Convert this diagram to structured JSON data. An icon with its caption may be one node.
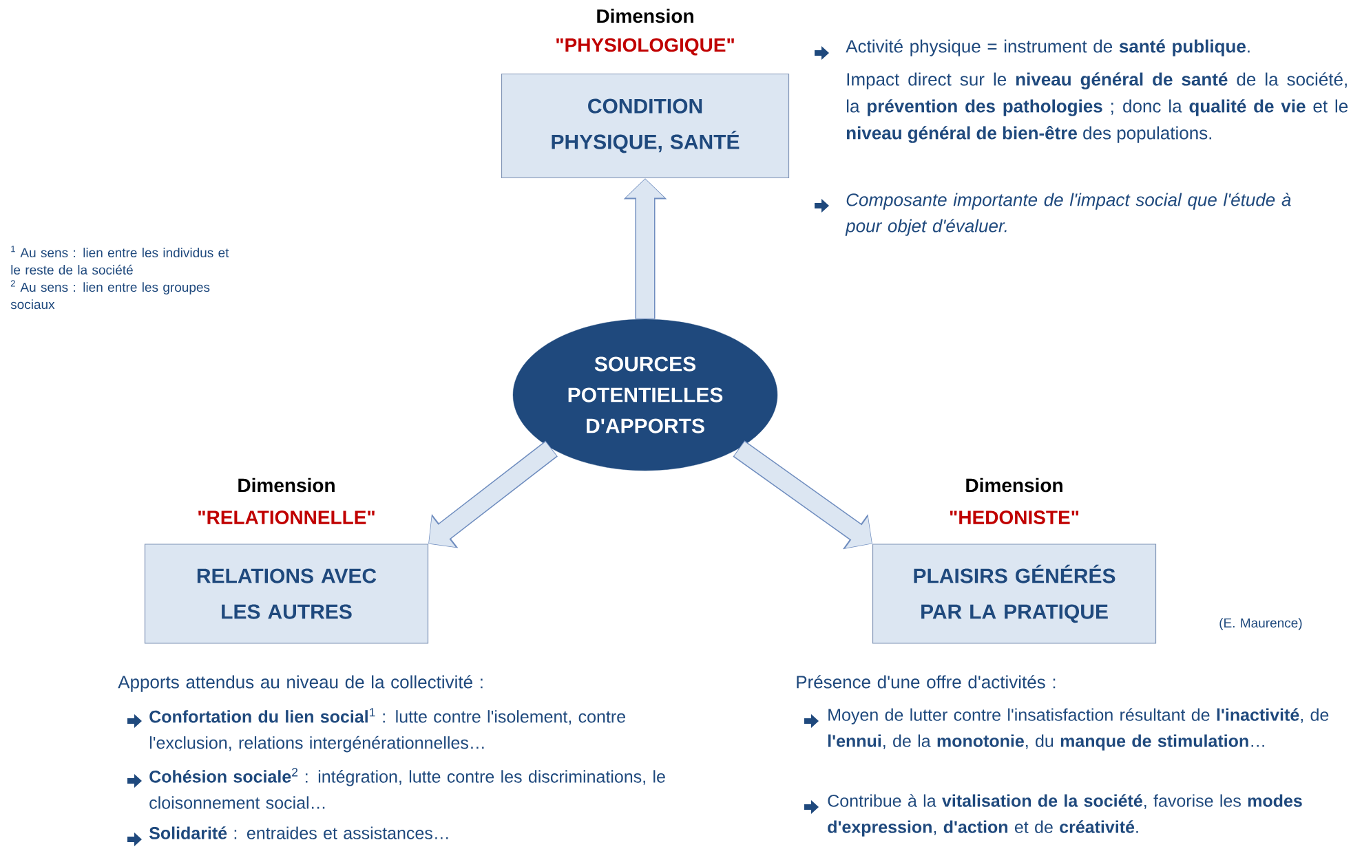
{
  "diagram": {
    "nodes": [
      {
        "text": [
          "SOURCES POTENTIELLES D'APPORTS"
        ]
      },
      {
        "text": [
          "Dimension",
          "\"PHYSIOLOGIQUE\"",
          "CONDITION PHYSIQUE, SANTÉ"
        ]
      },
      {
        "text": [
          "Dimension",
          "\"RELATIONNELLE\"",
          "RELATIONS AVEC LES AUTRES"
        ]
      },
      {
        "text": [
          "Dimension",
          "\"HEDONISTE\"",
          "PLAISIRS GÉNÉRÉS PAR LA PRATIQUE"
        ]
      }
    ],
    "edges": [
      {
        "from": 0,
        "to": 1,
        "arrow": "to"
      },
      {
        "from": 0,
        "to": 2,
        "arrow": "to"
      },
      {
        "from": 0,
        "to": 3,
        "arrow": "to"
      }
    ],
    "labels": [
      "Activité physique = instrument de **santé publique**.",
      "Impact direct sur le **niveau général de santé** de la société, la **prévention des pathologies** ; donc la **qualité de vie** et le **niveau général de bien-être** des populations.",
      "Composante importante de l'impact social que l'étude à pour objet d'évaluer.",
      "$^{1}$ Au sens : lien entre les individus et le reste de la société",
      "$^{2}$ Au sens : lien entre les groupes sociaux",
      "(E. Maurence)",
      "Apports attendus au niveau de la collectivité :",
      "**Confortation du lien social**$^{1}$ : lutte contre l'isolement, contre l'exclusion, relations intergénérationnelles…",
      "**Cohésion sociale**$^{2}$ : intégration, lutte contre les discriminations, le cloisonnement social…",
      "**Solidarité** : entraides et assistances…",
      "Présence d'une offre d'activités :",
      "Moyen de lutter contre l'insatisfaction résultant de **l'inactivité**, de **l'ennui**, de la **monotonie**, du **manque de stimulation**…",
      "Contribue à la **vitalisation de la société**, favorise les **modes d'expression**, **d'action** et de **créativité**."
    ]
  }
}
